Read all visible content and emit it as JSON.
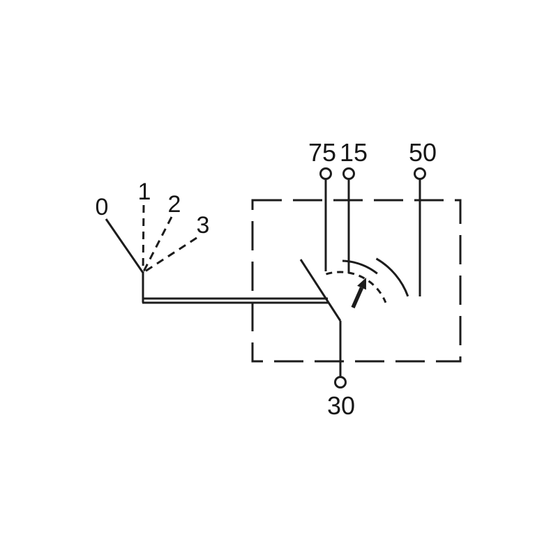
{
  "diagram": {
    "positions": [
      {
        "label": "0"
      },
      {
        "label": "1"
      },
      {
        "label": "2"
      },
      {
        "label": "3"
      }
    ],
    "terminals": {
      "top": [
        {
          "label": "75"
        },
        {
          "label": "15"
        },
        {
          "label": "50"
        }
      ],
      "bottom": {
        "label": "30"
      }
    },
    "colors": {
      "line": "#1c1c1c",
      "background": "#ffffff"
    }
  }
}
